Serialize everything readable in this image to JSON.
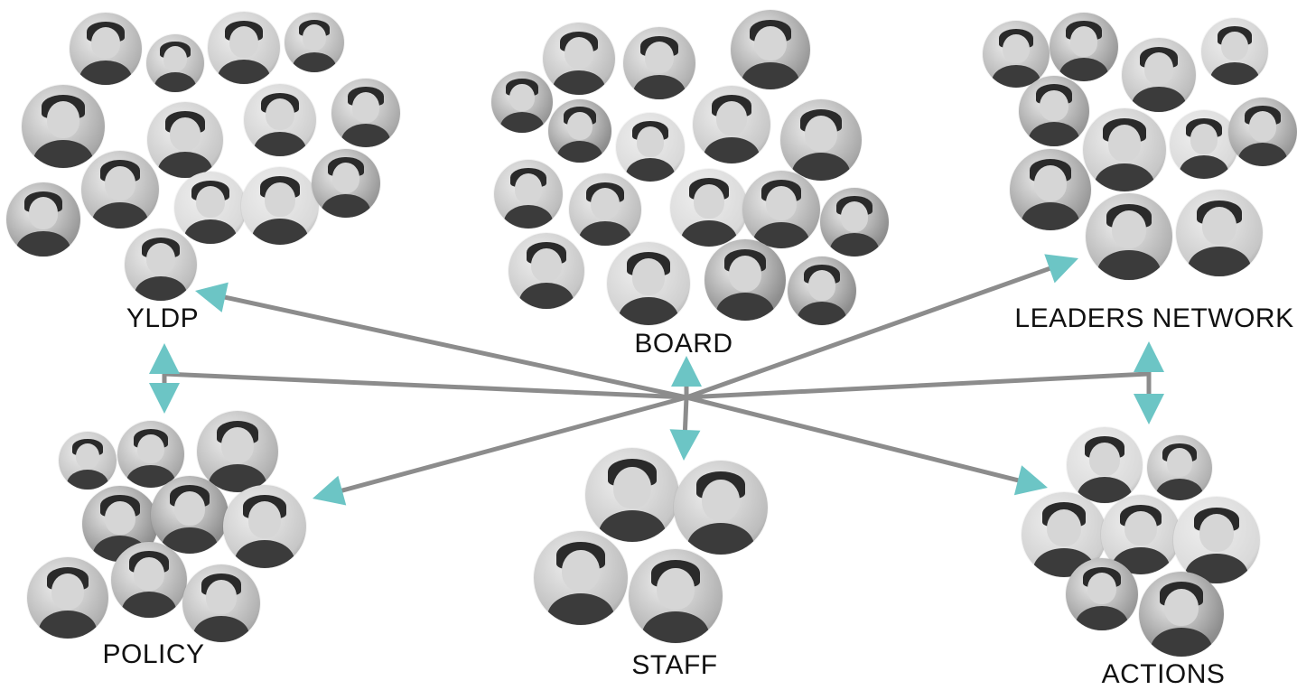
{
  "diagram": {
    "arrow_color": "#8c8c8c",
    "arrowhead_color": "#6cc5c5",
    "groups": [
      {
        "id": "yldp",
        "label": "YLDP"
      },
      {
        "id": "board",
        "label": "BOARD"
      },
      {
        "id": "leaders_network",
        "label": "LEADERS NETWORK"
      },
      {
        "id": "policy",
        "label": "POLICY"
      },
      {
        "id": "staff",
        "label": "STAFF"
      },
      {
        "id": "actions",
        "label": "ACTIONS"
      }
    ],
    "connections": [
      {
        "from": "center",
        "to": "yldp"
      },
      {
        "from": "center",
        "to": "board"
      },
      {
        "from": "center",
        "to": "leaders_network"
      },
      {
        "from": "center",
        "to": "policy"
      },
      {
        "from": "center",
        "to": "staff"
      },
      {
        "from": "center",
        "to": "actions"
      },
      {
        "from": "yldp",
        "to": "policy"
      },
      {
        "from": "leaders_network",
        "to": "actions"
      }
    ]
  }
}
